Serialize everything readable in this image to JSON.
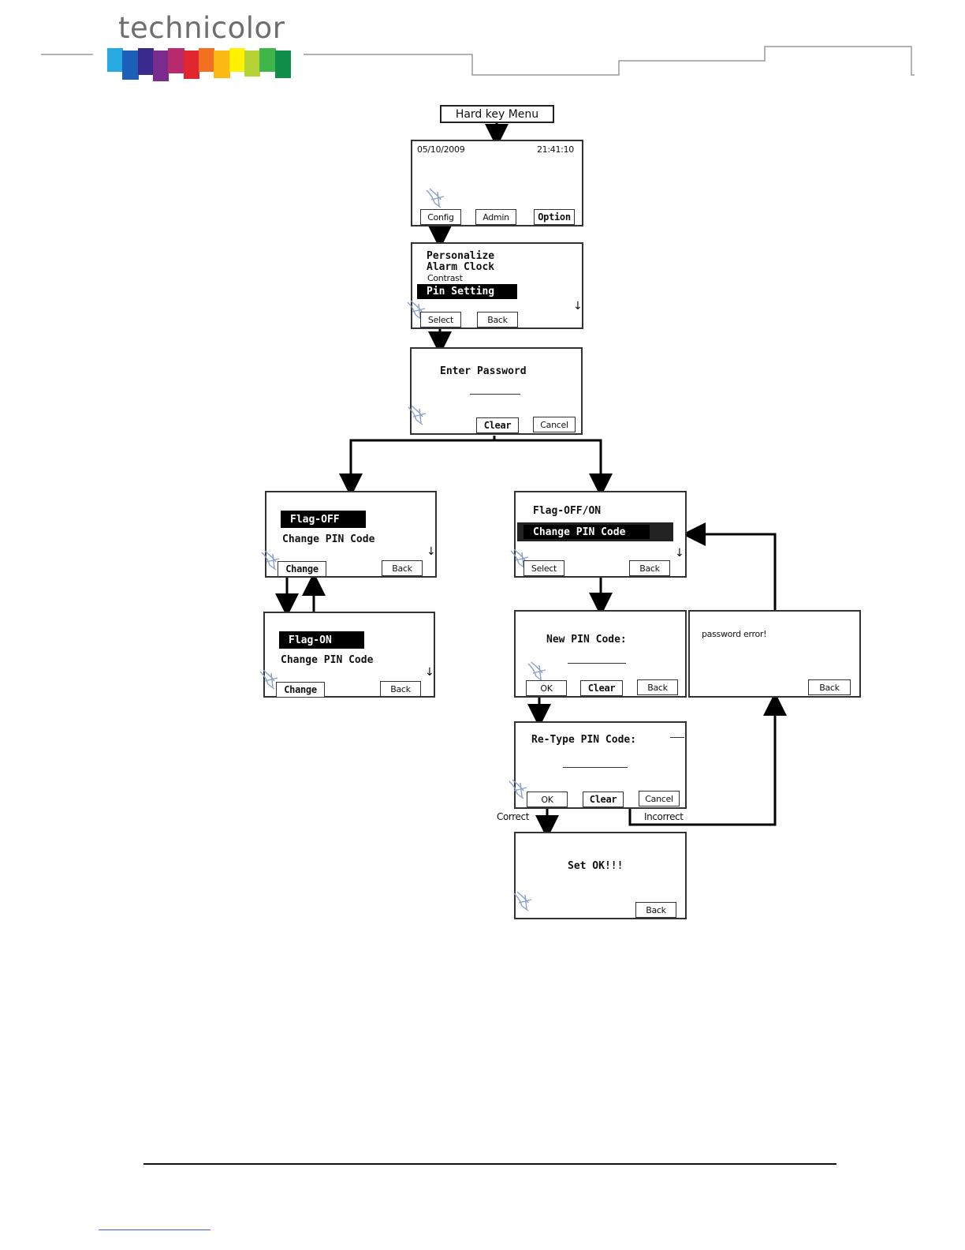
{
  "brand": {
    "name": "technicolor",
    "strip_colors": [
      "#27a9e1",
      "#1b5fb8",
      "#3b2a8e",
      "#7a2b8e",
      "#b82a6e",
      "#e0262e",
      "#f36f21",
      "#fdb913",
      "#fff200",
      "#b5d334",
      "#3fb54a",
      "#0f8f4a"
    ]
  },
  "flow": {
    "hard_key_menu": "Hard key Menu",
    "idle": {
      "date": "05/10/2009",
      "time": "21:41:10",
      "keys": [
        "Config",
        "Admin",
        "Option"
      ]
    },
    "option_menu": {
      "items": [
        "Personalize",
        "Alarm Clock",
        "Contrast"
      ],
      "selected": "Pin Setting",
      "keys": [
        "Select",
        "Back"
      ]
    },
    "enter_password": {
      "title": "Enter Password",
      "keys": [
        "Clear",
        "Cancel"
      ]
    },
    "flag_off": {
      "flag": "Flag-OFF",
      "line": "Change PIN Code",
      "keys": [
        "Change",
        "Back"
      ]
    },
    "flag_on": {
      "flag": "Flag-ON",
      "line": "Change PIN Code",
      "keys": [
        "Change",
        "Back"
      ]
    },
    "flag_change": {
      "title": "Flag-OFF/ON",
      "selected": "Change PIN Code",
      "keys": [
        "Select",
        "Back"
      ]
    },
    "new_pin": {
      "title": "New PIN Code:",
      "keys": [
        "OK",
        "Clear",
        "Back"
      ]
    },
    "password_error": {
      "text": "password error!",
      "keys": [
        "Back"
      ]
    },
    "retype_pin": {
      "title": "Re-Type PIN Code:",
      "keys": [
        "OK",
        "Clear",
        "Cancel"
      ]
    },
    "branch_labels": {
      "correct": "Correct",
      "incorrect": "Incorrect"
    },
    "set_ok": {
      "title": "Set OK!!!",
      "keys": [
        "Back"
      ]
    }
  }
}
